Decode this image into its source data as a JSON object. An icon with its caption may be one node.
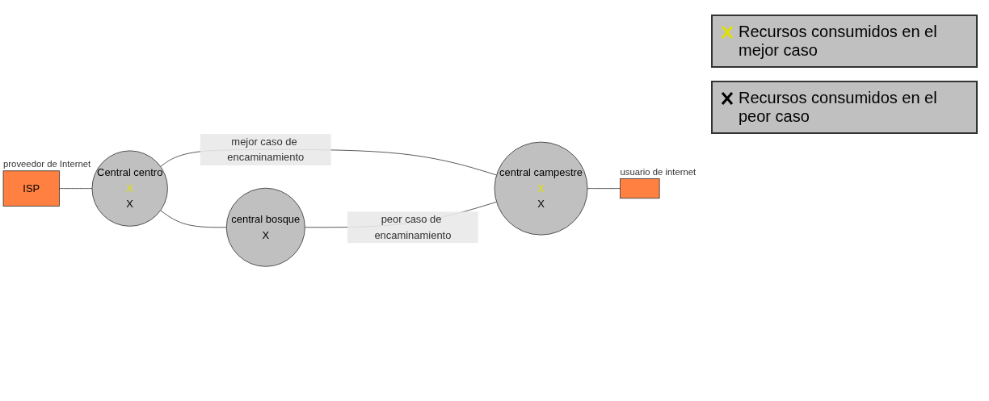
{
  "diagram": {
    "nodes": [
      {
        "text": [
          "ISP"
        ],
        "beside": [
          "proveedor de Internet"
        ]
      },
      {
        "text": [
          "Central centro",
          "X",
          "X"
        ]
      },
      {
        "text": [
          "central bosque",
          "X"
        ]
      },
      {
        "text": [
          "central campestre",
          "X",
          "X"
        ]
      },
      {
        "text": [],
        "shape": "box",
        "beside": [
          "usuario de internet"
        ]
      }
    ],
    "edges": [
      {
        "from": 0,
        "to": 1,
        "arrow": "none"
      },
      {
        "from": 1,
        "to": 3,
        "arrow": "none",
        "label": "mejor caso de encaminamiento"
      },
      {
        "from": 1,
        "to": 2,
        "arrow": "none"
      },
      {
        "from": 2,
        "to": 3,
        "arrow": "none",
        "label": "peor caso de encaminamiento"
      },
      {
        "from": 3,
        "to": 4,
        "arrow": "none"
      }
    ],
    "legend": [
      {
        "text": "Recursos consumidos en el mejor caso"
      },
      {
        "text": "Recursos consumidos en el peor caso"
      }
    ]
  }
}
